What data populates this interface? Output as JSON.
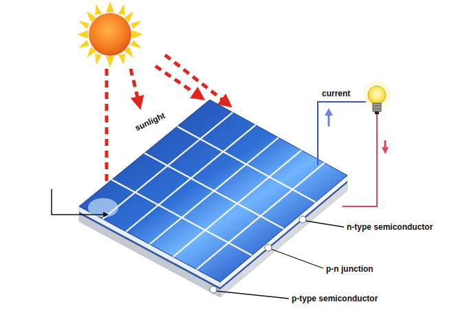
{
  "diagram": {
    "labels": [
      "sunlight",
      "current",
      "n-type semiconductor",
      "p-n junction",
      "p-type semiconductor"
    ]
  }
}
